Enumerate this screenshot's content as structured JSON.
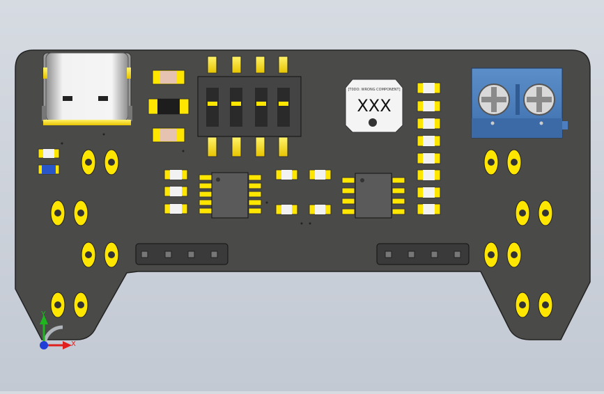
{
  "viewport": {
    "background_top": "#d6dbe2",
    "background_bottom": "#c3c9d3"
  },
  "board": {
    "color": "#4a4a48",
    "edge": "#222222",
    "pad_color": "#ffe600"
  },
  "buzzer": {
    "label": "XXX",
    "ring_text": "[T0DO: WRONG COMPONENT]"
  },
  "triad": {
    "y_label": "Y",
    "x_label": "X",
    "y_color": "#1fb51f",
    "x_color": "#e0201e",
    "z_color": "#1f3fd6"
  },
  "icons": [
    "usb-c-connector",
    "dip-switch",
    "soic8-chip",
    "pin-header",
    "screw-terminal",
    "axis-triad"
  ]
}
